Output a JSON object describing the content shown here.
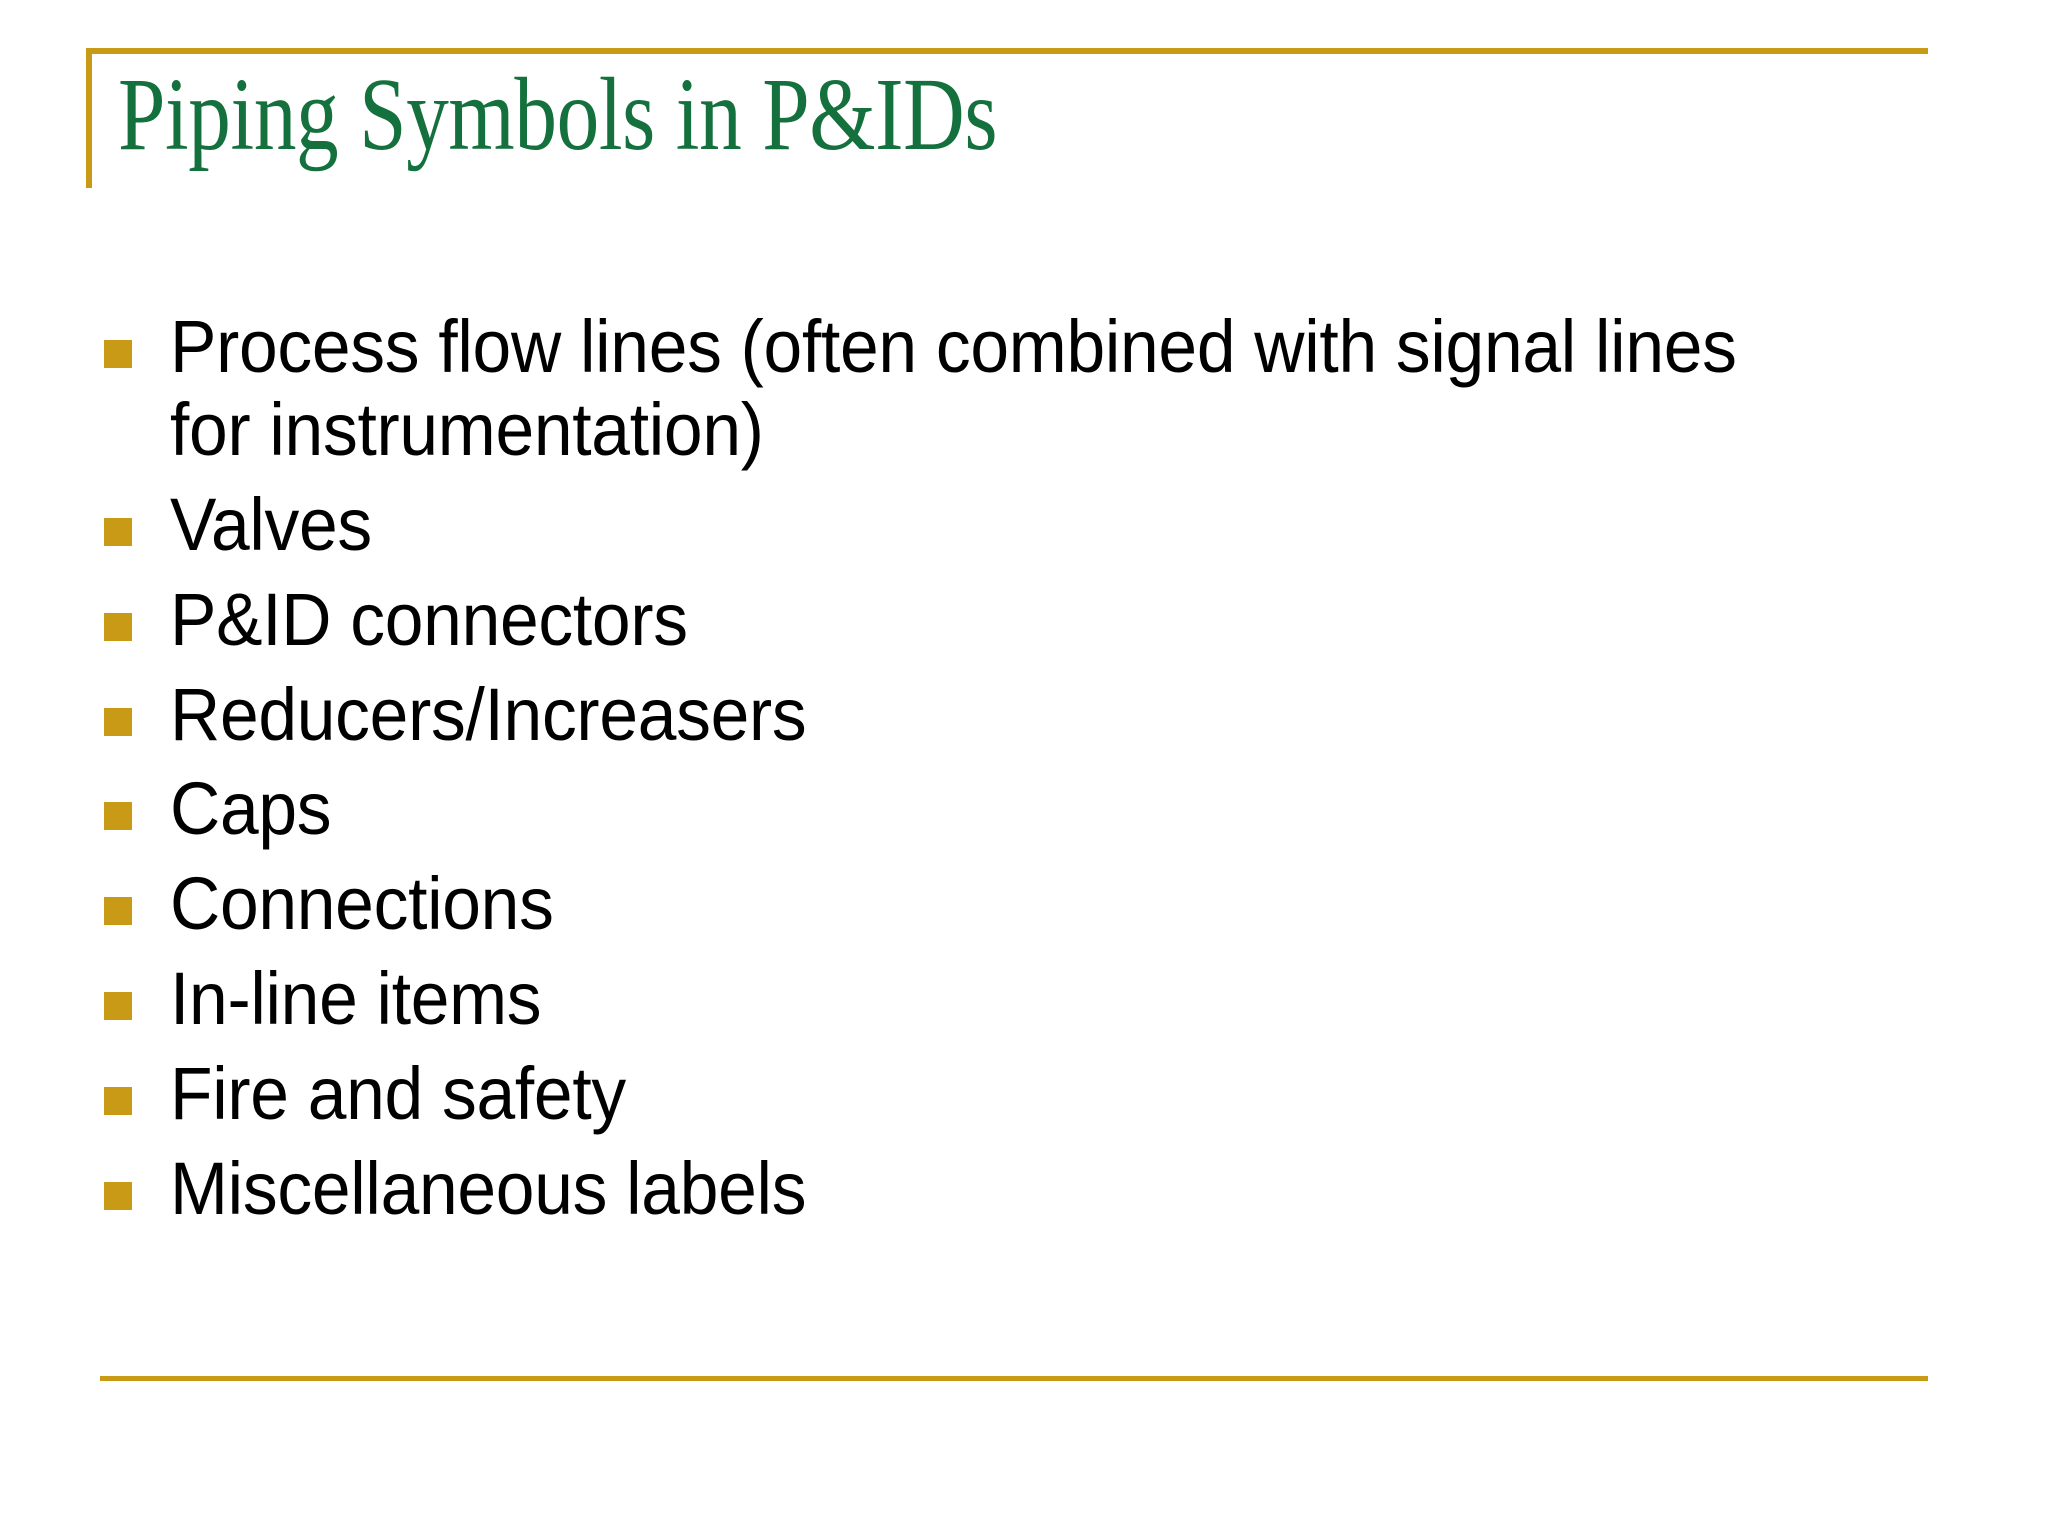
{
  "slide": {
    "title": "Piping Symbols in P&IDs",
    "accent_color": "#c89a16",
    "title_color": "#14703c",
    "body_color": "#000000",
    "background_color": "#ffffff",
    "bullets": [
      {
        "text": "Process flow lines (often combined with signal lines for instrumentation)",
        "wraps": true
      },
      {
        "text": "Valves",
        "wraps": false
      },
      {
        "text": "P&ID connectors",
        "wraps": false
      },
      {
        "text": "Reducers/Increasers",
        "wraps": false
      },
      {
        "text": "Caps",
        "wraps": false
      },
      {
        "text": "Connections",
        "wraps": false
      },
      {
        "text": "In-line items",
        "wraps": false
      },
      {
        "text": "Fire and safety",
        "wraps": false
      },
      {
        "text": "Miscellaneous labels",
        "wraps": false
      }
    ]
  }
}
